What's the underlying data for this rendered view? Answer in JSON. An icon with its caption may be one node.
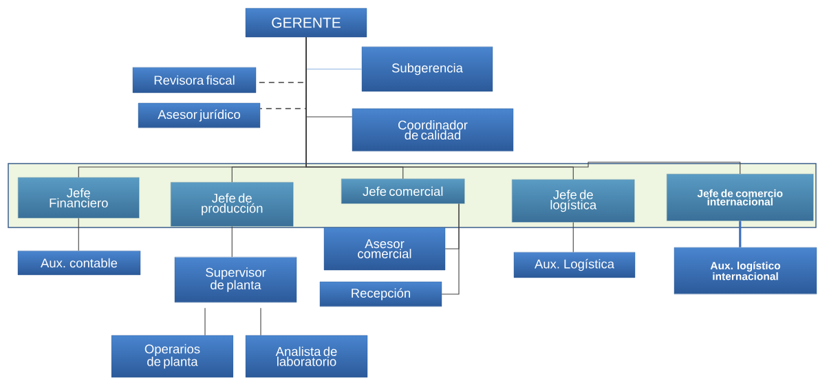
{
  "diagram": {
    "nodes": [
      {
        "text": [
          "GERENTE"
        ]
      },
      {
        "text": [
          "Revisora fiscal"
        ]
      },
      {
        "text": [
          "Subgerencia"
        ]
      },
      {
        "text": [
          "Asesor jurídico"
        ]
      },
      {
        "text": [
          "Coordinador de calidad"
        ]
      },
      {
        "text": [],
        "shape": "box"
      },
      {
        "text": [
          "Jefe Financiero"
        ],
        "in": 5
      },
      {
        "text": [
          "Jefe de producción"
        ],
        "in": 5
      },
      {
        "text": [
          "Jefe comercial"
        ],
        "in": 5
      },
      {
        "text": [
          "Jefe de logística"
        ],
        "in": 5
      },
      {
        "text": [
          "Jefe de comercio internacional"
        ],
        "in": 5
      },
      {
        "text": [
          "Aux. contable"
        ]
      },
      {
        "text": [
          "Supervisor de planta"
        ]
      },
      {
        "text": [
          "Asesor comercial"
        ]
      },
      {
        "text": [
          "Recepción"
        ]
      },
      {
        "text": [
          "Aux. Logística"
        ]
      },
      {
        "text": [
          "Aux. logístico internacional"
        ]
      },
      {
        "text": [
          "Operarios de planta"
        ]
      },
      {
        "text": [
          "Analista de laboratorio"
        ]
      }
    ],
    "edges": [
      {
        "from": 0,
        "to": 2,
        "arrow": "none",
        "color": "#8eb4e3"
      },
      {
        "from": 0,
        "to": 1,
        "arrow": "none",
        "style": "dashed"
      },
      {
        "from": 0,
        "to": 3,
        "arrow": "none",
        "style": "dashed"
      },
      {
        "from": 0,
        "to": 4,
        "arrow": "none"
      },
      {
        "from": 0,
        "to": 6,
        "arrow": "none"
      },
      {
        "from": 0,
        "to": 7,
        "arrow": "none"
      },
      {
        "from": 0,
        "to": 8,
        "arrow": "none"
      },
      {
        "from": 0,
        "to": 9,
        "arrow": "none"
      },
      {
        "from": 0,
        "to": 10,
        "arrow": "none"
      },
      {
        "from": 6,
        "to": 11,
        "arrow": "none"
      },
      {
        "from": 7,
        "to": 12,
        "arrow": "none"
      },
      {
        "from": 8,
        "to": 13,
        "arrow": "none"
      },
      {
        "from": 8,
        "to": 14,
        "arrow": "none"
      },
      {
        "from": 9,
        "to": 15,
        "arrow": "none"
      },
      {
        "from": 10,
        "to": 16,
        "arrow": "none",
        "style": "thick",
        "color": "#3f6fbf"
      },
      {
        "from": 12,
        "to": 17,
        "arrow": "none"
      },
      {
        "from": 12,
        "to": 18,
        "arrow": "none"
      }
    ]
  }
}
